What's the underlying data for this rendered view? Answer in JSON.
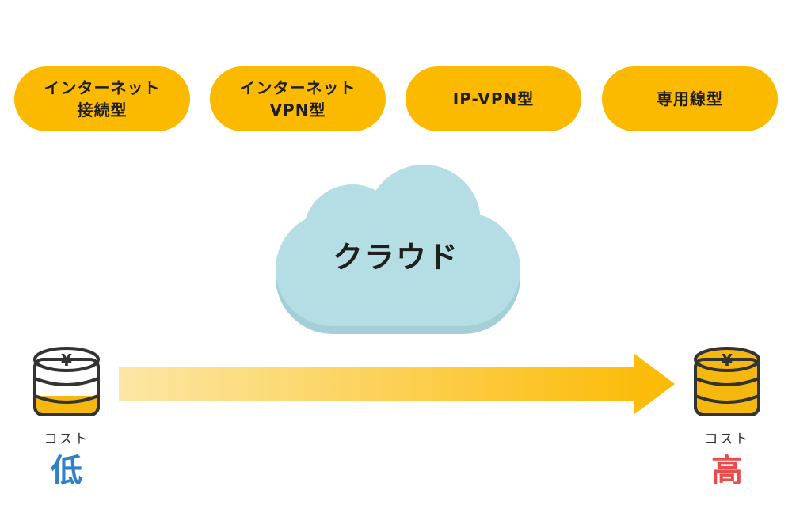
{
  "connection_types": [
    {
      "line1": "インターネット",
      "line2": "接続型"
    },
    {
      "line1": "インターネット",
      "line2": "VPN型"
    },
    {
      "line1": "IP-VPN型",
      "line2": ""
    },
    {
      "line1": "専用線型",
      "line2": ""
    }
  ],
  "cloud": {
    "label": "クラウド"
  },
  "cost_low": {
    "label": "コスト",
    "level": "低",
    "symbol": "¥"
  },
  "cost_high": {
    "label": "コスト",
    "level": "高",
    "symbol": "¥"
  },
  "colors": {
    "pill": "#fbb900",
    "cloud": "#b5dde4",
    "cloud_shadow": "#a3cfd7",
    "arrow_start": "#fde7a6",
    "arrow_end": "#fbb900",
    "coin": "#f6b80f",
    "low": "#2f80c4",
    "high": "#e74d4d"
  }
}
